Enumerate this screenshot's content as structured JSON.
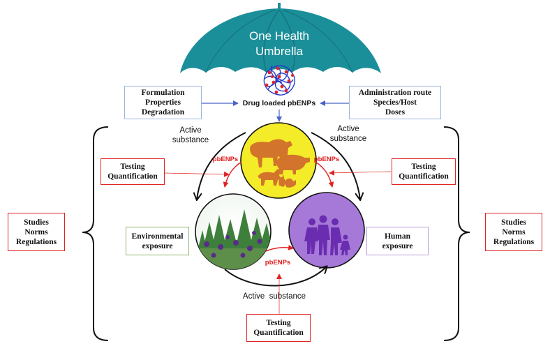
{
  "umbrella": {
    "line1": "One Health",
    "line2": "Umbrella"
  },
  "center": {
    "label": "Drug loaded pbENPs"
  },
  "boxes": {
    "formulation": [
      "Formulation",
      "Properties",
      "Degradation"
    ],
    "administration": [
      "Administration route",
      "Species/Host",
      "Doses"
    ],
    "testing_left": [
      "Testing",
      "Quantification"
    ],
    "testing_right": [
      "Testing",
      "Quantification"
    ],
    "testing_bottom": [
      "Testing",
      "Quantification"
    ],
    "studies_left": [
      "Studies",
      "Norms",
      "Regulations"
    ],
    "studies_right": [
      "Studies",
      "Norms",
      "Regulations"
    ],
    "environmental": [
      "Environmental",
      "exposure"
    ],
    "human": [
      "Human",
      "exposure"
    ]
  },
  "labels": {
    "active_left": [
      "Active",
      "substance"
    ],
    "active_right": [
      "Active",
      "substance"
    ],
    "active_bottom": "Active  substance",
    "pbenps_left": "pbENPs",
    "pbenps_right": "pbENPs",
    "pbenps_bottom": "pbENPs"
  },
  "colors": {
    "umbrella": "#1b8f99",
    "box_blue": "#9bb5dc",
    "box_red": "#e02424",
    "box_green": "#8fb56a",
    "box_purple": "#b89ad8",
    "arrow_blue": "#4a63c8",
    "arrow_red": "#e02424",
    "animal_circle": "#f4ec28",
    "animal_silhouette": "#d2742c",
    "human_circle": "#a679d9",
    "human_silhouette": "#6a2db0",
    "tree_green": "#3e7f3c"
  }
}
